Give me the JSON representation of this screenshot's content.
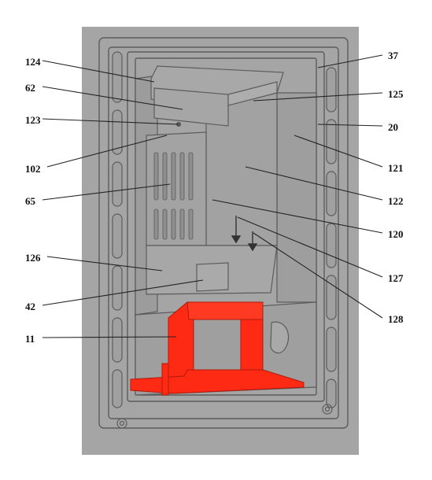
{
  "colors": {
    "background_panel": "#a5a5a5",
    "outline": "#5c5c5c",
    "inner_dark": "#969696",
    "highlight_part": "#ff2a14",
    "label_text": "#111111"
  },
  "labels": {
    "l124": "124",
    "l62": "62",
    "l123": "123",
    "l102": "102",
    "l65": "65",
    "l126": "126",
    "l42": "42",
    "l11": "11",
    "l37": "37",
    "l125": "125",
    "l20": "20",
    "l121": "121",
    "l122": "122",
    "l120": "120",
    "l127": "127",
    "l128": "128"
  }
}
